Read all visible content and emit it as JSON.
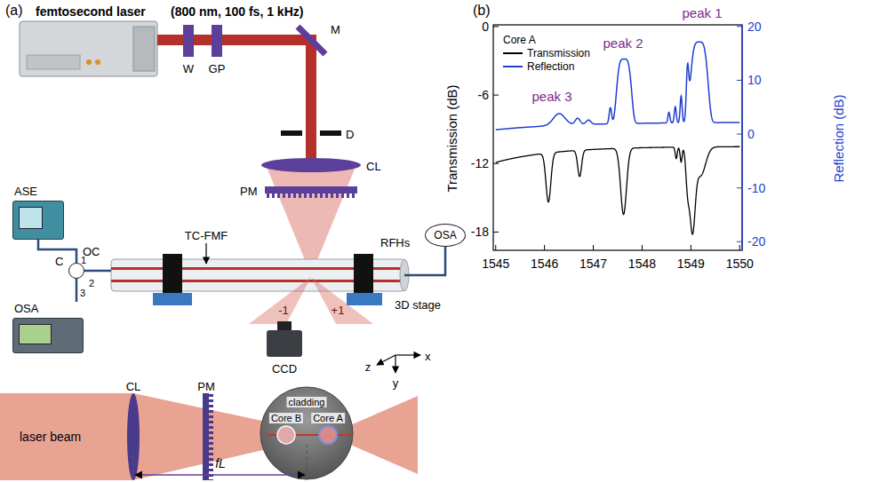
{
  "diagram": {
    "nodes": [
      {
        "text": [
          "ASE"
        ]
      },
      {
        "text": [
          "C"
        ]
      },
      {
        "text": [
          "OSA"
        ]
      },
      {
        "text": [
          "OC"
        ]
      },
      {
        "text": [
          "OSA"
        ]
      }
    ],
    "edges": [
      {
        "from": 0,
        "to": 1,
        "arrow": "none"
      },
      {
        "from": 1,
        "to": 2,
        "arrow": "none"
      },
      {
        "from": 1,
        "to": 3,
        "arrow": "none"
      },
      {
        "from": 3,
        "to": 4,
        "arrow": "none"
      }
    ],
    "labels": [
      "(a)",
      "femtosecond laser",
      "(800 nm, 100 fs, 1 kHz)",
      "W",
      "GP",
      "M",
      "D",
      "CL",
      "PM",
      "1",
      "2",
      "3",
      "TC-FMF",
      "RFHs",
      "3D stage",
      "-1",
      "+1",
      "CCD",
      "z",
      "x",
      "y",
      "CL",
      "PM",
      "Core B",
      "cladding",
      "Core A",
      "laser beam",
      "fL",
      "(b)",
      "Transmission (dB)",
      "Reflection (dB)",
      "0",
      "-6",
      "-12",
      "-18",
      "20",
      "10",
      "0",
      "-10",
      "-20",
      "1545",
      "1546",
      "1547",
      "1548",
      "1549",
      "1550",
      "Core A",
      "peak 3",
      "peak 2",
      "peak 1"
    ],
    "legend": [
      {
        "text": "Transmission"
      },
      {
        "text": "Reflection"
      }
    ]
  }
}
